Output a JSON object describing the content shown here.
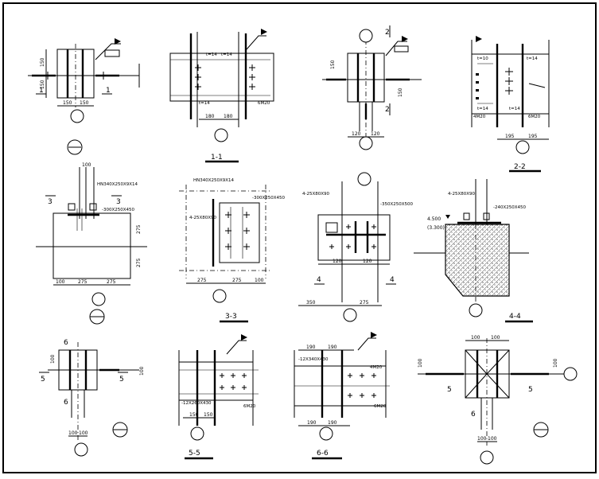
{
  "sheet": {
    "frame_color": "#000000",
    "background": "#ffffff"
  },
  "views": {
    "v1": {
      "dims_bottom": [
        "150",
        "150"
      ],
      "dims_side": [
        "150",
        "150"
      ],
      "section_mark": "1"
    },
    "v2": {
      "title": "1-1",
      "dims_bottom": [
        "180",
        "180"
      ],
      "notes": [
        "t=14",
        "t=14",
        "t=14",
        "6M20"
      ]
    },
    "v3": {
      "section_mark": "2",
      "dims_bottom": [
        "120",
        "120"
      ],
      "dims_side": [
        "150",
        "150"
      ]
    },
    "v4": {
      "title": "2-2",
      "dims_bottom": [
        "195",
        "195"
      ],
      "notes": [
        "t=10",
        "t=14",
        "t=14",
        "t=14",
        "4M20",
        "6M20"
      ]
    },
    "v5": {
      "section_mark": "3",
      "dims_bottom": [
        "100",
        "275",
        "275"
      ],
      "dims_side": [
        "275",
        "275"
      ],
      "dims_top": [
        "100"
      ],
      "notes": [
        "HN340X250X9X14",
        "-300X250X450"
      ]
    },
    "v6": {
      "title": "3-3",
      "dims_bottom": [
        "275",
        "275",
        "100"
      ],
      "notes": [
        "HN340X250X9X14",
        "4-25X80X90",
        "-300X250X450"
      ]
    },
    "v7": {
      "section_mark": "4",
      "dims_bottom": [
        "350",
        "275"
      ],
      "dims_row": [
        "120",
        "120"
      ],
      "notes": [
        "4-25X80X90",
        "-350X250X500"
      ]
    },
    "v8": {
      "title": "4-4",
      "elev_1": "4.500",
      "elev_2": "(3.300)",
      "notes": [
        "4-25X80X90",
        "-240X250X450"
      ]
    },
    "v9": {
      "section_marks": [
        "6",
        "5"
      ],
      "dims_bottom": [
        "100",
        "100"
      ],
      "dims_side": [
        "100",
        "100"
      ]
    },
    "v10": {
      "title": "5-5",
      "dims_bottom": [
        "150",
        "150"
      ],
      "notes": [
        "-12X260X430",
        "6M20"
      ]
    },
    "v11": {
      "title": "6-6",
      "dims_top": [
        "190",
        "190"
      ],
      "dims_bottom": [
        "190",
        "190"
      ],
      "notes": [
        "-12X340X430",
        "4M20",
        "6M20"
      ]
    },
    "v12": {
      "section_marks": [
        "6",
        "5"
      ],
      "dims_bottom": [
        "100",
        "100"
      ],
      "dims_top": [
        "100",
        "100"
      ],
      "dims_side": [
        "100",
        "100"
      ]
    }
  }
}
